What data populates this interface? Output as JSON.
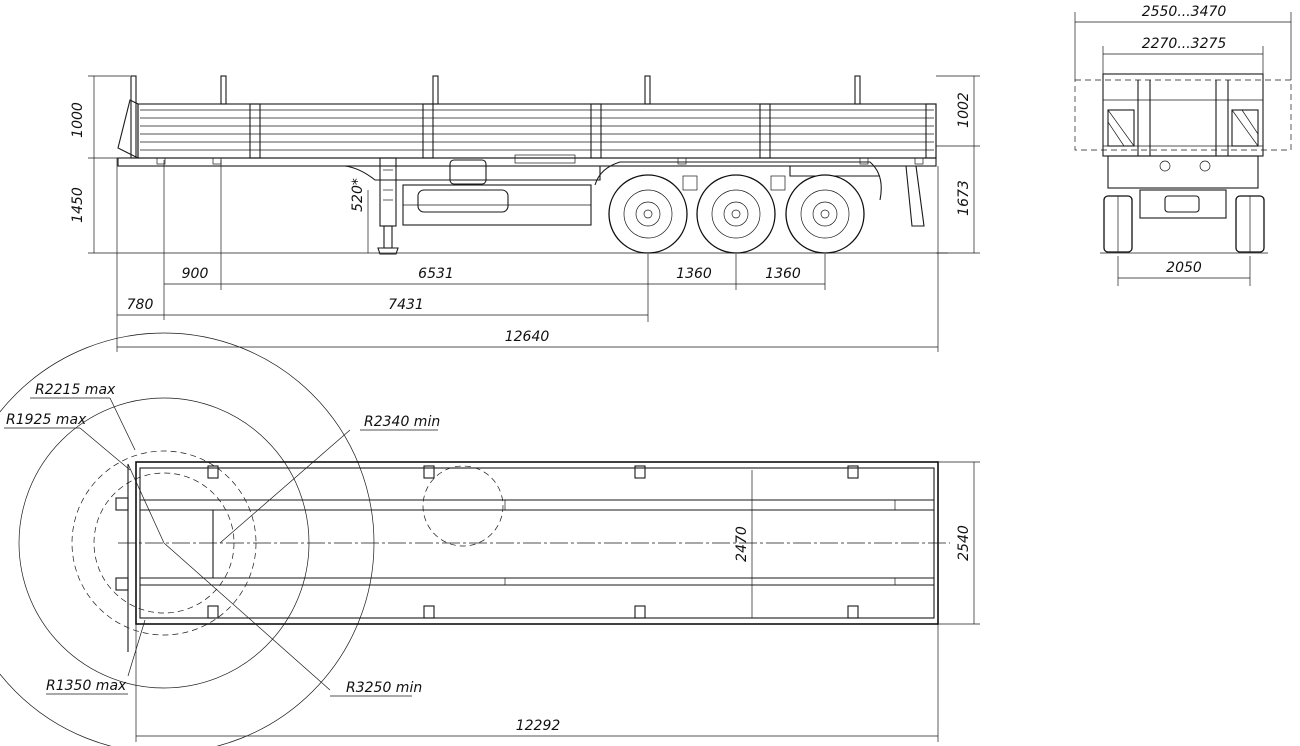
{
  "side_view": {
    "heights": {
      "left_board": "1000",
      "right_board": "1002",
      "deck_left": "1450",
      "deck_right": "1673",
      "support": "520*"
    },
    "row1": {
      "front_to_support": "900",
      "support_to_axle": "6531",
      "axle_spacing_1": "1360",
      "axle_spacing_2": "1360"
    },
    "row2": {
      "kingpin_offset": "780",
      "kingpin_to_axle": "7431"
    },
    "total_length": "12640"
  },
  "rear_view": {
    "outer_width": "2550...3470",
    "inner_width": "2270...3275",
    "track": "2050"
  },
  "top_view": {
    "r_front_max": "R2215 max",
    "r_corner_max": "R1925 max",
    "r_swing_min": "R2340 min",
    "r_kingpin_max": "R1350  max",
    "r_rear_min": "R3250 min",
    "inner_width": "2470",
    "outer_width": "2540",
    "deck_length": "12292"
  }
}
